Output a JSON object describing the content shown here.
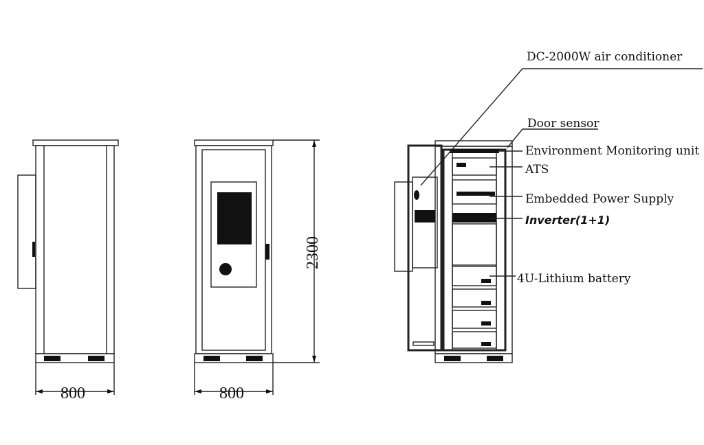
{
  "dimensions": {
    "side_width": "800",
    "front_width": "800",
    "height": "2300"
  },
  "callouts": {
    "air_conditioner": "DC-2000W air conditioner",
    "door_sensor": "Door sensor",
    "env_monitoring": "Environment Monitoring unit",
    "ats": "ATS",
    "power_supply": "Embedded Power Supply",
    "inverter": "Inverter(1+1)",
    "battery": "4U-Lithium battery"
  }
}
